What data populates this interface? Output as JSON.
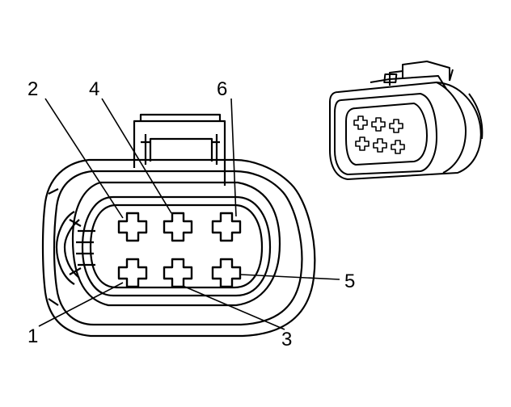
{
  "pins": [
    {
      "number": "1"
    },
    {
      "number": "2"
    },
    {
      "number": "3"
    },
    {
      "number": "4"
    },
    {
      "number": "5"
    },
    {
      "number": "6"
    }
  ],
  "colors": {
    "line": "#000000",
    "background": "#ffffff"
  }
}
